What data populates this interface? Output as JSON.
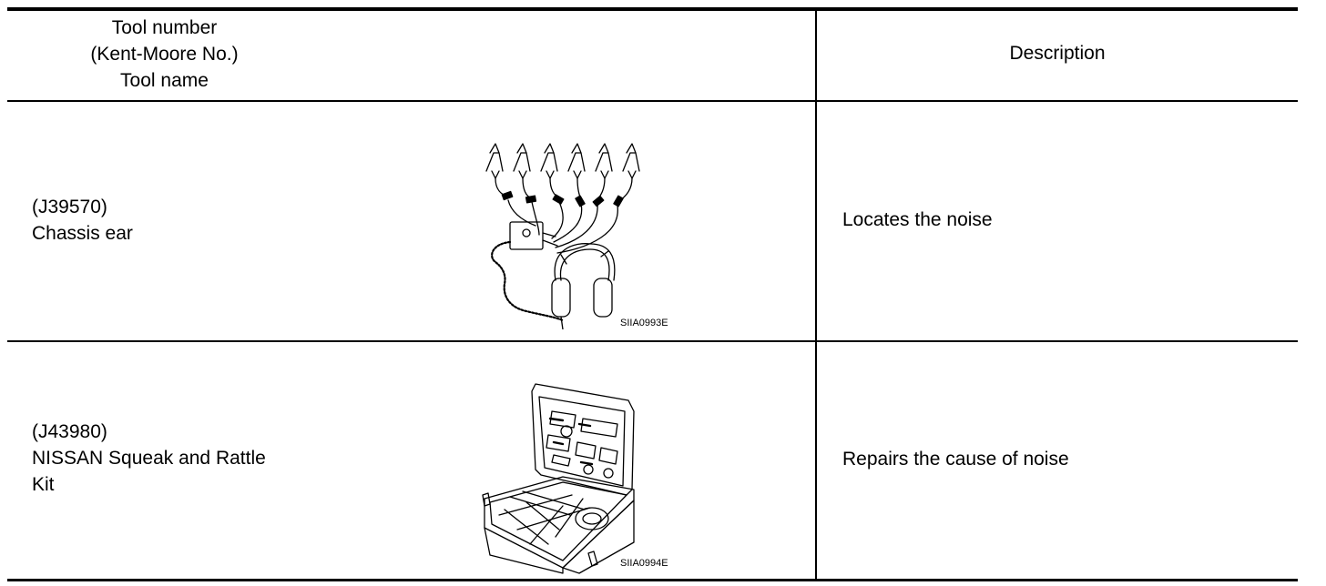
{
  "header": {
    "tool_col": [
      "Tool number",
      "(Kent-Moore No.)",
      "Tool name"
    ],
    "desc_col": "Description"
  },
  "rows": [
    {
      "tool_number": "(J39570)",
      "tool_name": "Chassis ear",
      "figure_code": "SIIA0993E",
      "description": "Locates the noise"
    },
    {
      "tool_number": "(J43980)",
      "tool_name_lines": [
        "NISSAN Squeak and Rattle",
        "Kit"
      ],
      "figure_code": "SIIA0994E",
      "description": "Repairs the cause of noise"
    }
  ]
}
